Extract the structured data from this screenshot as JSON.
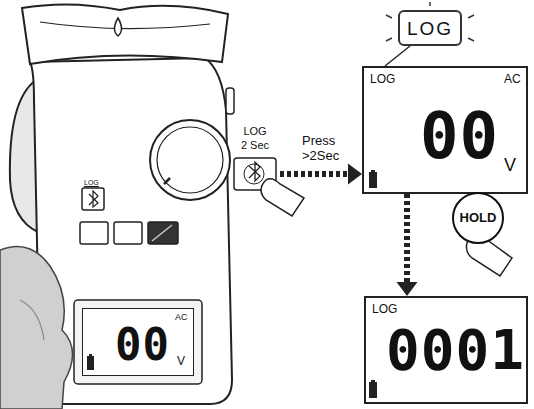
{
  "diagram": {
    "nodes": [
      {
        "text": [
          "AC",
          "00",
          "V"
        ]
      },
      {
        "text": [
          "LOG",
          "2 Sec"
        ]
      },
      {
        "text": [
          "LOG"
        ]
      },
      {
        "text": [
          "LOG",
          "AC",
          "00",
          "V"
        ]
      },
      {
        "text": [
          "HOLD"
        ]
      },
      {
        "text": [
          "LOG",
          "0001"
        ]
      }
    ],
    "edges": [
      {
        "from": 1,
        "to": 3,
        "arrow": "to",
        "label": "Press >2Sec"
      },
      {
        "from": 2,
        "to": 3,
        "arrow": "none"
      },
      {
        "from": 3,
        "to": 5,
        "arrow": "to"
      }
    ],
    "labels": [
      "LOG"
    ]
  }
}
